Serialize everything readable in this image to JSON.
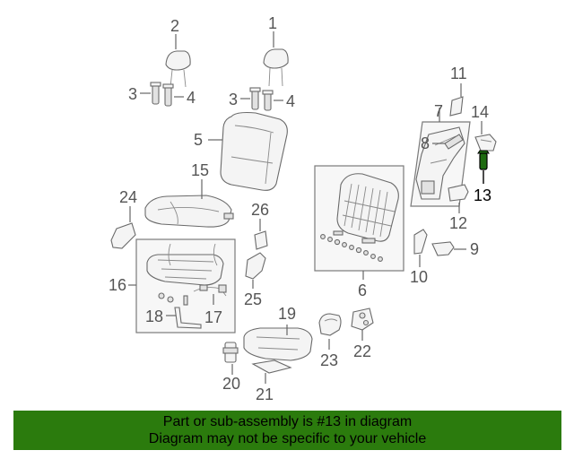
{
  "callouts": {
    "c1": "1",
    "c2": "2",
    "c3a": "3",
    "c4a": "4",
    "c3b": "3",
    "c4b": "4",
    "c5": "5",
    "c6": "6",
    "c7": "7",
    "c8": "8",
    "c9": "9",
    "c10": "10",
    "c11": "11",
    "c12": "12",
    "c13": "13",
    "c14": "14",
    "c15": "15",
    "c16": "16",
    "c17": "17",
    "c18": "18",
    "c19": "19",
    "c20": "20",
    "c21": "21",
    "c22": "22",
    "c23": "23",
    "c24": "24",
    "c25": "25",
    "c26": "26"
  },
  "highlight_part": "13",
  "colors": {
    "banner_bg": "#2b7b0d",
    "highlight_part": "#1e6b10"
  },
  "banner": {
    "line1": "Part or sub-assembly is #13 in diagram",
    "line2": "Diagram may not be specific to your vehicle"
  }
}
